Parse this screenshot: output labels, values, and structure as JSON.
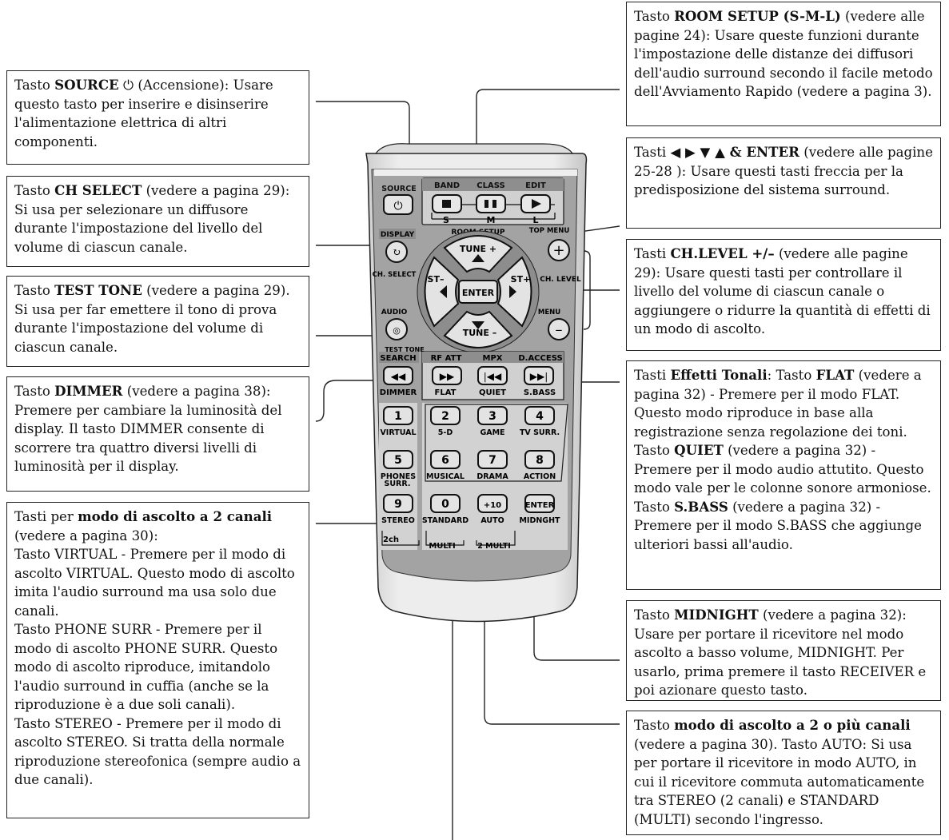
{
  "source_box": {
    "bold": "SOURCE",
    "symbol": "⏻",
    "rest": " (Accensione): Usare questo tasto per inserire e disinserire l'alimentazione elettrica di altri componenti.",
    "pre": "Tasto "
  },
  "chselect_box": {
    "pre": "Tasto ",
    "bold": "CH SELECT",
    "rest": "  (vedere a pagina 29): Si usa per selezionare un diffusore durante l'impostazione del livello del volume di ciascun canale."
  },
  "testtone_box": {
    "pre": "Tasto ",
    "bold": "TEST TONE",
    "rest": " (vedere a pagina 29). Si usa per far emettere il tono di prova durante l'impostazione del volume di ciascun canale."
  },
  "dimmer_box": {
    "pre": "Tasto ",
    "bold": "DIMMER",
    "rest": " (vedere a pagina 38): Premere per cambiare la luminosità del display. Il tasto DIMMER consente di scorrere tra quattro diversi livelli di luminosità per il display."
  },
  "twoch_box": {
    "pre": "Tasti per ",
    "bold": "modo di ascolto a 2 canali",
    "lines": [
      "(vedere a pagina 30):",
      "Tasto VIRTUAL - Premere per il modo di ascolto VIRTUAL. Questo modo di ascolto imita l'audio surround ma usa solo due canali.",
      "Tasto PHONE SURR - Premere per il modo di ascolto PHONE SURR. Questo modo di ascolto riproduce, imitandolo l'audio surround in cuffia (anche se la riproduzione è a due soli canali).",
      "Tasto STEREO - Premere per il modo di ascolto STEREO. Si tratta della normale riproduzione stereofonica (sempre audio a due canali)."
    ]
  },
  "roomsetup_box": {
    "pre": "Tasto ",
    "bold": "ROOM SETUP (S-M-L)",
    "rest": " (vedere alle pagine 24): Usare queste funzioni durante l'impostazione delle distanze dei diffusori dell'audio surround secondo il facile metodo dell'Avviamento Rapido (vedere a pagina 3)."
  },
  "arrows_box": {
    "pre": "Tasti ",
    "bold": "◀ ▶ ▼ ▲ & ENTER",
    "rest": " (vedere alle pagine 25-28 ): Usare questi tasti freccia per la predisposizione del sistema surround."
  },
  "chlevel_box": {
    "pre": "Tasti ",
    "bold": "CH.LEVEL +/–",
    "rest": " (vedere alle pagine 29): Usare questi tasti per controllare il livello del volume di ciascun canale o aggiungere o ridurre la quantità di effetti di un modo di ascolto."
  },
  "tone_box": {
    "p1_pre": "Tasti ",
    "p1_bold": "Effetti Tonali",
    "p1_mid": ": Tasto ",
    "p1_bold2": "FLAT",
    "p1_rest": " (vedere a pagina 32) - Premere per il modo FLAT. Questo modo riproduce in base alla registrazione senza regolazione dei toni.",
    "p2_pre": "Tasto ",
    "p2_bold": "QUIET",
    "p2_rest": " (vedere a pagina 32) - Premere per il modo audio attutito. Questo modo vale per le colonne sonore armoniose.",
    "p3_pre": "Tasto ",
    "p3_bold": "S.BASS",
    "p3_rest": " (vedere a pagina 32) - Premere per il modo S.BASS che aggiunge ulteriori bassi all'audio."
  },
  "midnight_box": {
    "pre": "Tasto ",
    "bold": "MIDNIGHT",
    "rest": " (vedere a pagina 32): Usare per portare il ricevitore nel modo ascolto a basso volume, MIDNIGHT. Per usarlo, prima premere il tasto RECEIVER e poi azionare questo tasto."
  },
  "multi_box": {
    "pre": "Tasto ",
    "bold": "modo di ascolto a 2 o più canali",
    "rest": " (vedere a pagina 30). Tasto AUTO: Si usa per portare il ricevitore in modo AUTO, in cui il ricevitore commuta automaticamente tra STEREO (2 canali) e STANDARD (MULTI) secondo l'ingresso."
  },
  "remote": {
    "source": "SOURCE",
    "band": "BAND",
    "class": "CLASS",
    "edit": "EDIT",
    "s": "S",
    "m": "M",
    "l": "L",
    "display": "DISPLAY",
    "room_setup": "ROOM SETUP",
    "top_menu": "TOP MENU",
    "tune_plus": "TUNE +",
    "tune_minus": "TUNE –",
    "st_minus": "ST–",
    "st_plus": "ST+",
    "enter": "ENTER",
    "ch_select": "CH. SELECT",
    "ch_level": "CH. LEVEL",
    "menu": "MENU",
    "audio": "AUDIO",
    "test_tone": "TEST TONE",
    "search": "SEARCH",
    "rf_att": "RF ATT",
    "mpx": "MPX",
    "d_access": "D.ACCESS",
    "dimmer": "DIMMER",
    "flat": "FLAT",
    "quiet": "QUIET",
    "s_bass": "S.BASS",
    "keys": [
      {
        "num": "1",
        "label": "VIRTUAL"
      },
      {
        "num": "2",
        "label": "5-D"
      },
      {
        "num": "3",
        "label": "GAME"
      },
      {
        "num": "4",
        "label": "TV SURR."
      },
      {
        "num": "5",
        "label": "PHONES"
      },
      {
        "num": "6",
        "label": "MUSICAL"
      },
      {
        "num": "7",
        "label": "DRAMA"
      },
      {
        "num": "8",
        "label": "ACTION"
      },
      {
        "num": "9",
        "label": "STEREO"
      },
      {
        "num": "0",
        "label": "STANDARD"
      },
      {
        "num": "+10",
        "label": "AUTO"
      },
      {
        "num": "ENTER",
        "label": "MIDNGHT"
      }
    ],
    "surr": "SURR.",
    "twoch": "2ch",
    "multi": "MULTI",
    "twomulti": "2 MULTI"
  },
  "colors": {
    "remote_body": "#e9e9e9",
    "panel": "#9e9e9e",
    "button": "#d8d8d8",
    "line": "#222222"
  }
}
